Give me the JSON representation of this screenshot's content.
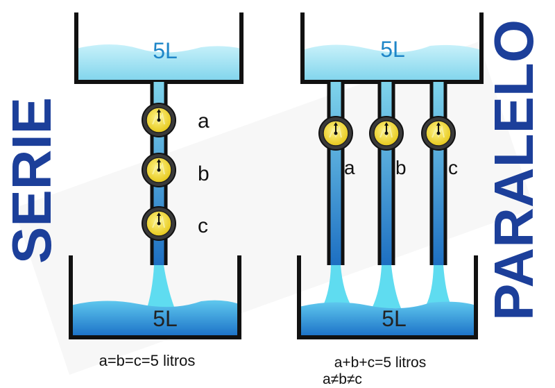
{
  "series": {
    "title": "SERIE",
    "top_tank_label": "5L",
    "bottom_tank_label": "5L",
    "meters": [
      "a",
      "b",
      "c"
    ],
    "caption": "a=b=c=5 litros"
  },
  "parallel": {
    "title": "PARALELO",
    "top_tank_label": "5L",
    "bottom_tank_label": "5L",
    "meters": [
      "a",
      "b",
      "c"
    ],
    "caption_line1": "a+b+c=5 litros",
    "caption_line2": "a≠b≠c"
  },
  "colors": {
    "title_blue": "#1c3f9a",
    "tank_label_blue": "#1f86c8",
    "water_light": "#a6e4f2",
    "water_deep": "#1c7fd0",
    "meter_face": "#f2df35",
    "outline": "#111111"
  }
}
